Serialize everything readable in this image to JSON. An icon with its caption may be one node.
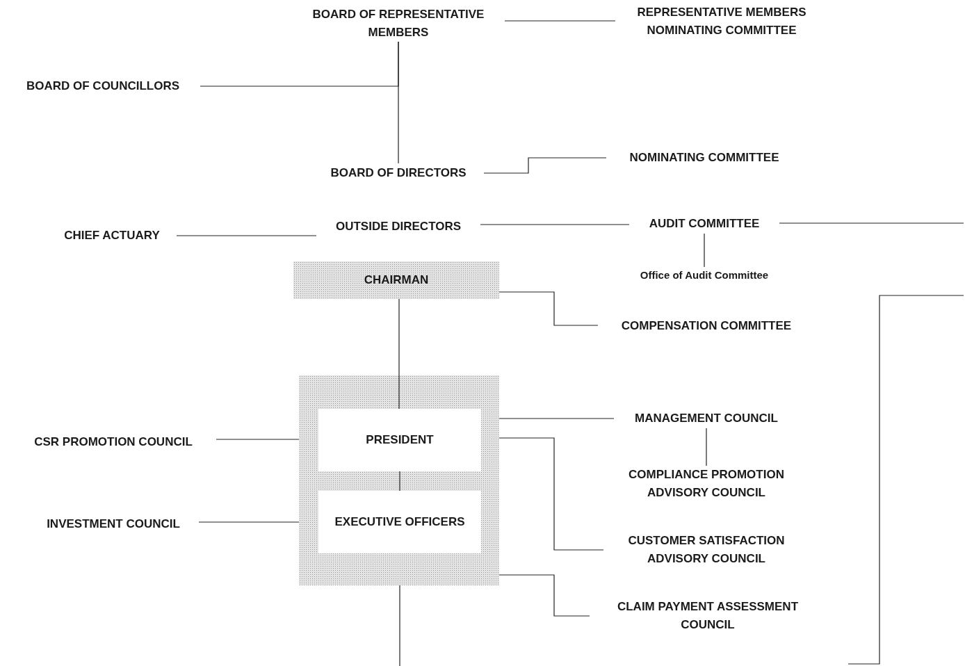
{
  "diagram": {
    "nodes": [
      {
        "text": [
          "BOARD OF REPRESENTATIVE MEMBERS"
        ]
      },
      {
        "text": [
          "REPRESENTATIVE MEMBERS NOMINATING COMMITTEE"
        ]
      },
      {
        "text": [
          "BOARD OF COUNCILLORS"
        ]
      },
      {
        "text": [
          "BOARD OF DIRECTORS"
        ]
      },
      {
        "text": [
          "NOMINATING COMMITTEE"
        ]
      },
      {
        "text": [
          "CHIEF ACTUARY"
        ]
      },
      {
        "text": [
          "OUTSIDE DIRECTORS"
        ]
      },
      {
        "text": [
          "AUDIT COMMITTEE"
        ]
      },
      {
        "text": [
          "Office of Audit Committee"
        ]
      },
      {
        "text": [
          "CHAIRMAN"
        ]
      },
      {
        "text": [
          "COMPENSATION COMMITTEE"
        ]
      },
      {
        "text": [],
        "shape": "box"
      },
      {
        "text": [
          "MANAGEMENT COUNCIL"
        ]
      },
      {
        "text": [
          "CSR PROMOTION COUNCIL"
        ]
      },
      {
        "text": [
          "PRESIDENT"
        ],
        "in": 11
      },
      {
        "text": [
          "COMPLIANCE PROMOTION ADVISORY COUNCIL"
        ]
      },
      {
        "text": [
          "EXECUTIVE OFFICERS"
        ],
        "in": 11
      },
      {
        "text": [
          "INVESTMENT COUNCIL"
        ]
      },
      {
        "text": [
          "CUSTOMER SATISFACTION ADVISORY COUNCIL"
        ]
      },
      {
        "text": [
          "CLAIM PAYMENT ASSESSMENT COUNCIL"
        ]
      }
    ],
    "edges": [
      {
        "from": 0,
        "to": 1,
        "arrow": "none"
      },
      {
        "from": 2,
        "to": 0,
        "arrow": "none"
      },
      {
        "from": 0,
        "to": 3,
        "arrow": "none"
      },
      {
        "from": 3,
        "to": 4,
        "arrow": "none"
      },
      {
        "from": 5,
        "to": 6,
        "arrow": "none"
      },
      {
        "from": 6,
        "to": 7,
        "arrow": "none"
      },
      {
        "from": 7,
        "to": 8,
        "arrow": "none"
      },
      {
        "from": 7,
        "to": null,
        "arrow": "none"
      },
      {
        "from": 9,
        "to": 10,
        "arrow": "none"
      },
      {
        "from": 9,
        "to": 14,
        "arrow": "none"
      },
      {
        "from": 11,
        "to": 12,
        "arrow": "none"
      },
      {
        "from": 13,
        "to": 11,
        "arrow": "none"
      },
      {
        "from": 12,
        "to": 15,
        "arrow": "none"
      },
      {
        "from": 14,
        "to": 16,
        "arrow": "none"
      },
      {
        "from": 17,
        "to": 11,
        "arrow": "none"
      },
      {
        "from": 11,
        "to": 18,
        "arrow": "none"
      },
      {
        "from": 11,
        "to": 19,
        "arrow": "none"
      },
      {
        "from": 11,
        "to": null,
        "arrow": "none"
      }
    ]
  }
}
